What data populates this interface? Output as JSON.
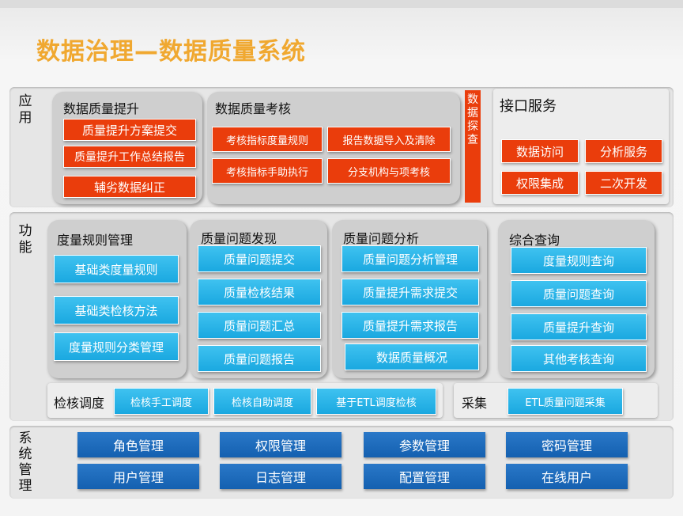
{
  "title": "数据治理—数据质量系统",
  "app": {
    "label": "应\n用",
    "quality_improve": {
      "title": "数据质量提升",
      "items": [
        "质量提升方案提交",
        "质量提升工作总结报告",
        "辅劣数据纠正"
      ]
    },
    "quality_assess": {
      "title": "数据质量考核",
      "items": [
        "考核指标度量规则",
        "报告数据导入及清除",
        "考核指标手助执行",
        "分支机构与项考核"
      ]
    },
    "explore": "数\n据\n探\n查",
    "interface": {
      "title": "接口服务",
      "items": [
        "数据访问",
        "分析服务",
        "权限集成",
        "二次开发"
      ]
    }
  },
  "func": {
    "label": "功\n能",
    "metric_rules": {
      "title": "度量规则管理",
      "items": [
        "基础类度量规则",
        "基础类检核方法",
        "度量规则分类管理"
      ]
    },
    "issue_discovery": {
      "title": "质量问题发现",
      "items": [
        "质量问题提交",
        "质量检核结果",
        "质量问题汇总",
        "质量问题报告"
      ]
    },
    "issue_analysis": {
      "title": "质量问题分析",
      "items": [
        "质量问题分析管理",
        "质量提升需求提交",
        "质量提升需求报告",
        "数据质量概况"
      ]
    },
    "query": {
      "title": "综合查询",
      "items": [
        "度量规则查询",
        "质量问题查询",
        "质量提升查询",
        "其他考核查询"
      ]
    },
    "schedule": {
      "title": "检核调度",
      "items": [
        "检核手工调度",
        "检核自助调度",
        "基于ETL调度检核"
      ]
    },
    "collect": {
      "title": "采集",
      "items": [
        "ETL质量问题采集"
      ]
    }
  },
  "sys": {
    "label": "系\n统\n管\n理",
    "items": [
      "角色管理",
      "权限管理",
      "参数管理",
      "密码管理",
      "用户管理",
      "日志管理",
      "配置管理",
      "在线用户"
    ]
  },
  "colors": {
    "title": "#f0a830",
    "red": "#ea3d0c",
    "cyan": "#1aa8e0",
    "blue": "#1460b0"
  }
}
